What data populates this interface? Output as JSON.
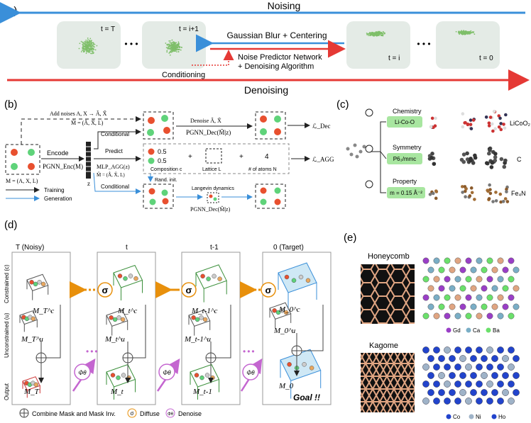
{
  "panel_a": {
    "label": "(a)",
    "noising": "Noising",
    "denoising": "Denoising",
    "t_T": "t = T",
    "t_i1": "t = i+1",
    "t_i": "t = i",
    "t_0": "t = 0",
    "ellipsis": "• • •",
    "gaussian": "Gaussian Blur + Centering",
    "noise_pred_1": "Noise Predictor Network",
    "noise_pred_2": "+ Denoising Algorithm",
    "conditioning": "Conditioning"
  },
  "panel_b": {
    "label": "(b)",
    "add_noises": "Add noises A, X → Ã, X̃",
    "m_tilde": "M̃ = (Ã, X̃, L)",
    "m_def": "M = (A, X, L)",
    "encode": "Encode",
    "pgnn_enc": "PGNN_Enc(M)",
    "z": "z",
    "conditional_top": "Conditional",
    "predict": "Predict",
    "conditional_bottom": "Conditional",
    "mlp": "MLP_AGG(z)",
    "m_hat": "M̂ = (Â, X̂, L)",
    "denoise": "Denoise Ã, X̃",
    "pgnn_dec": "PGNN_Dec(M̃|z)",
    "loss_dec": "ℒ_Dec",
    "loss_agg": "ℒ_AGG",
    "val_05a": "0.5",
    "val_05b": "0.5",
    "plus1": "+",
    "plus2": "+",
    "num4": "4",
    "composition": "Composition c",
    "lattice": "Lattice L",
    "num_atoms": "# of atoms N",
    "rand_init": "Rand. init.",
    "langevin": "Langevin dynamics",
    "pgnn_dec2": "PGNN_Dec(M̂|z)",
    "training": "Training",
    "generation": "Generation"
  },
  "panel_c": {
    "label": "(c)",
    "chemistry": "Chemistry",
    "chem_val": "Li-Co-O",
    "chem_result": "LiCoO₂",
    "symmetry": "Symmetry",
    "sym_val": "P6₃/mmc",
    "sym_result": "C",
    "property": "Property",
    "prop_val": "m = 0.15 Å⁻²",
    "prop_result": "Fe₄N"
  },
  "panel_d": {
    "label": "(d)",
    "col_T": "T (Noisy)",
    "col_t": "t",
    "col_t1": "t-1",
    "col_0": "0 (Target)",
    "row_constrained": "Constrained (c)",
    "row_unconstrained": "Unconstrained (u)",
    "row_output": "Output",
    "MTc": "M_T^c",
    "Mtc": "M_t^c",
    "Mt1c": "M_t-1^c",
    "M0c": "M_0^c",
    "MTu": "M_T^u",
    "Mtu": "M_t^u",
    "Mt1u": "M_t-1^u",
    "M0u": "M_0^u",
    "MT": "M_T",
    "Mt": "M_t",
    "Mt1": "M_t-1",
    "M0": "M_0",
    "sigma": "σ",
    "phi": "Φθ",
    "goal": "Goal !!",
    "legend_combine": "Combine Mask and Mask Inv.",
    "legend_diffuse": "Diffuse",
    "legend_denoise": "Denoise"
  },
  "panel_e": {
    "label": "(e)",
    "honeycomb": "Honeycomb",
    "kagome": "Kagome",
    "hc_legend": [
      "Gd",
      "Ca",
      "Ba"
    ],
    "kg_legend": [
      "Co",
      "Ni",
      "Ho"
    ]
  },
  "colors": {
    "noising_arrow": "#3a8fd9",
    "denoising_arrow": "#e53935",
    "diffuse": "#e8900c",
    "denoise": "#c466d0",
    "dots": "#7fbf6a",
    "atom_red": "#e8502f",
    "atom_green": "#5fd37a",
    "sigma_stroke": "#e8900c"
  }
}
